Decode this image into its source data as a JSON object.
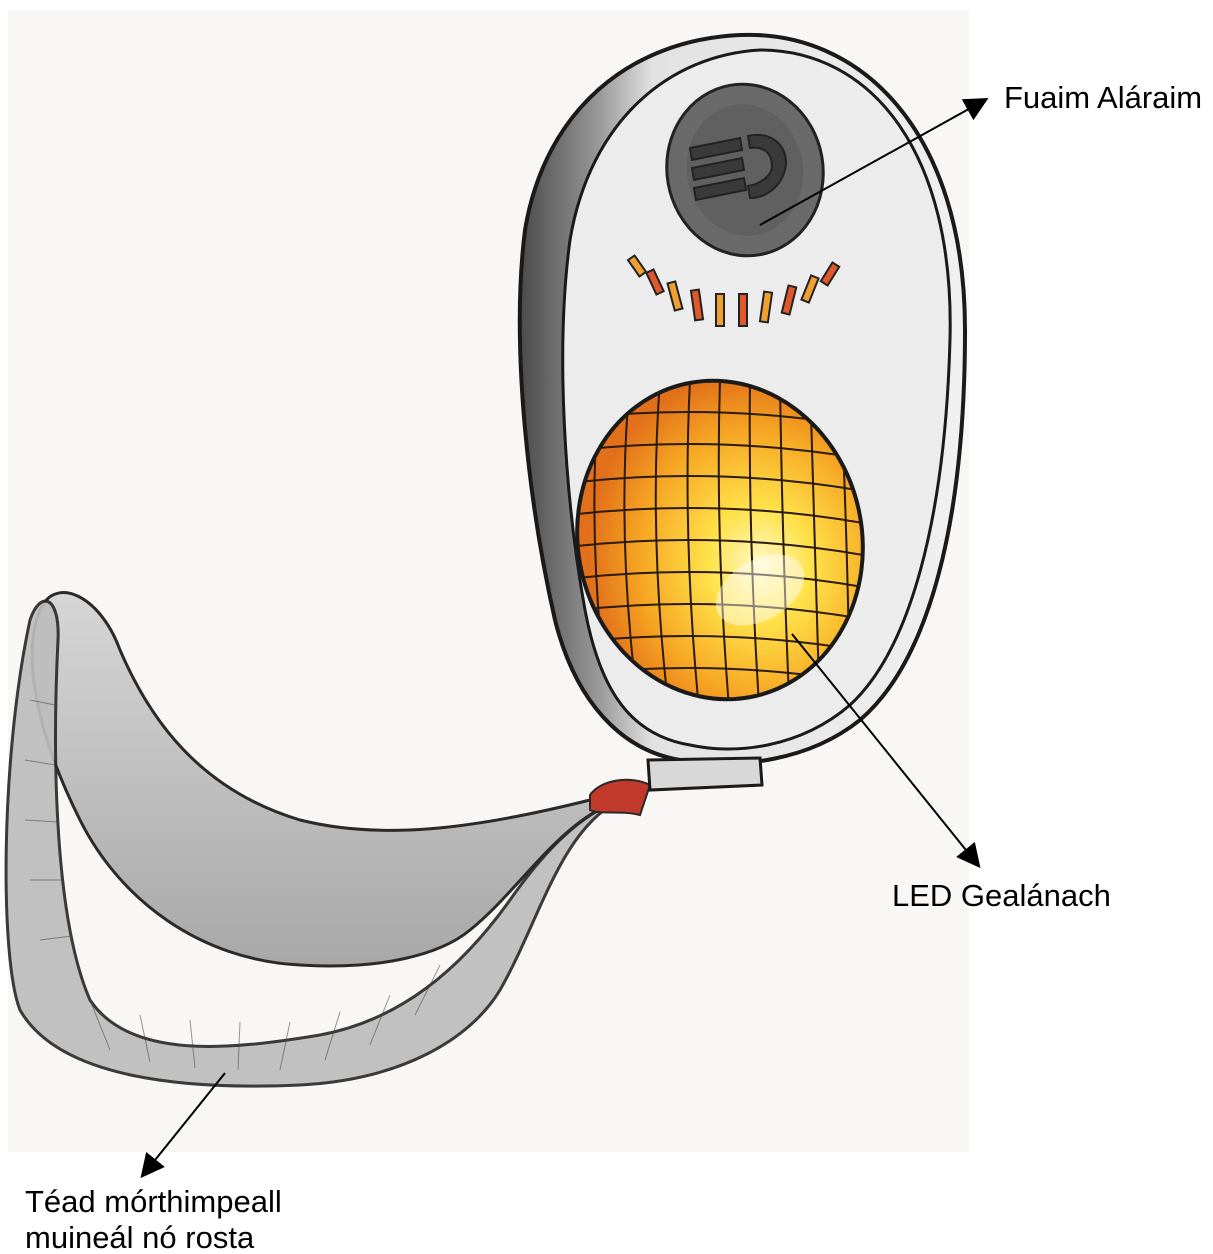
{
  "labels": {
    "alarm_sound": "Fuaim Aláraim",
    "bright_led": "LED Gealánach",
    "cord_line1": "Téad mórthimpeall",
    "cord_line2": "muineál nó rosta"
  },
  "colors": {
    "paper": "#f8f7f5",
    "body_light": "#e6e6e6",
    "body_shadow": "#5c5c5c",
    "speaker": "#6a6a6a",
    "led_orange": "#f08a1a",
    "led_yellow": "#ffe24a",
    "outline": "#1a1a1a"
  },
  "icons": {
    "speaker": "speaker-icon",
    "led": "led-lamp-icon",
    "cord": "lanyard-icon"
  }
}
